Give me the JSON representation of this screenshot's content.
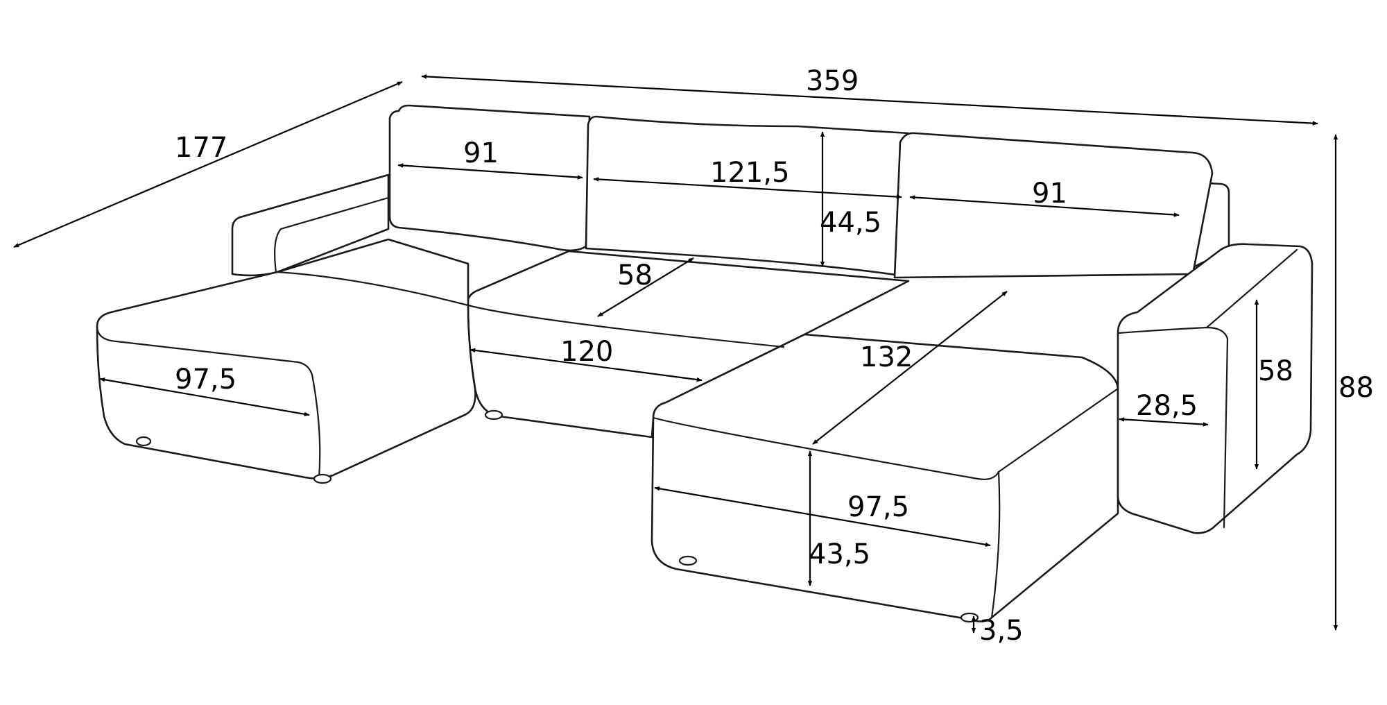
{
  "dimensions": {
    "total_width": "359",
    "depth": "177",
    "total_height": "88",
    "back_cushion_left": "91",
    "back_cushion_center": "121,5",
    "back_cushion_right": "91",
    "back_cushion_height": "44,5",
    "seat_depth": "58",
    "seat_width": "120",
    "chaise_length": "132",
    "chaise_left_width": "97,5",
    "chaise_right_width": "97,5",
    "seat_height": "43,5",
    "leg_height": "3,5",
    "armrest_width": "28,5",
    "armrest_height": "58"
  }
}
